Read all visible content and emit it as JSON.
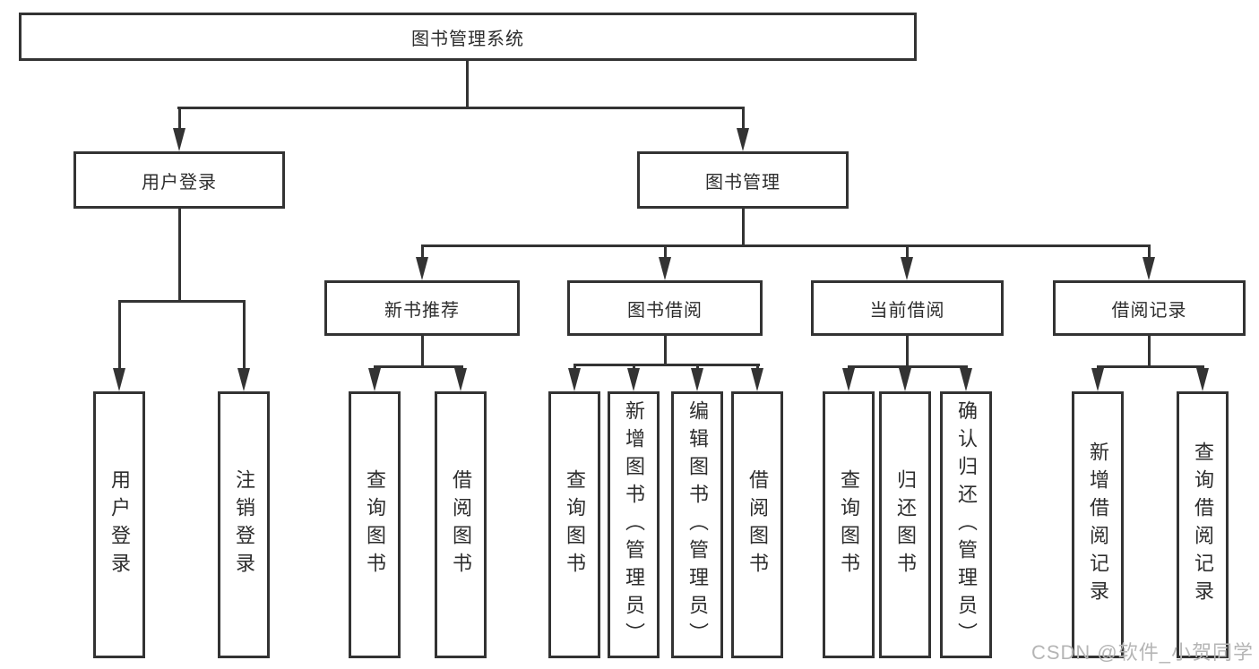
{
  "diagram": {
    "root": {
      "label": "图书管理系统"
    },
    "level1": [
      {
        "label": "用户登录"
      },
      {
        "label": "图书管理"
      }
    ],
    "level2": [
      {
        "label": "新书推荐"
      },
      {
        "label": "图书借阅"
      },
      {
        "label": "当前借阅"
      },
      {
        "label": "借阅记录"
      }
    ],
    "leaves": {
      "login": [
        "用户登录",
        "注销登录"
      ],
      "newbook": [
        "查询图书",
        "借阅图书"
      ],
      "borrow": [
        "查询图书",
        "新增图书（管理员）",
        "编辑图书（管理员）",
        "借阅图书"
      ],
      "current": [
        "查询图书",
        "归还图书",
        "确认归还（管理员）"
      ],
      "records": [
        "新增借阅记录",
        "查询借阅记录"
      ]
    }
  },
  "watermark": "CSDN @软件_小贺同学",
  "colors": {
    "line": "#333333",
    "text": "#2d2d2d",
    "watermark": "#b5b5b5",
    "background": "#ffffff"
  }
}
